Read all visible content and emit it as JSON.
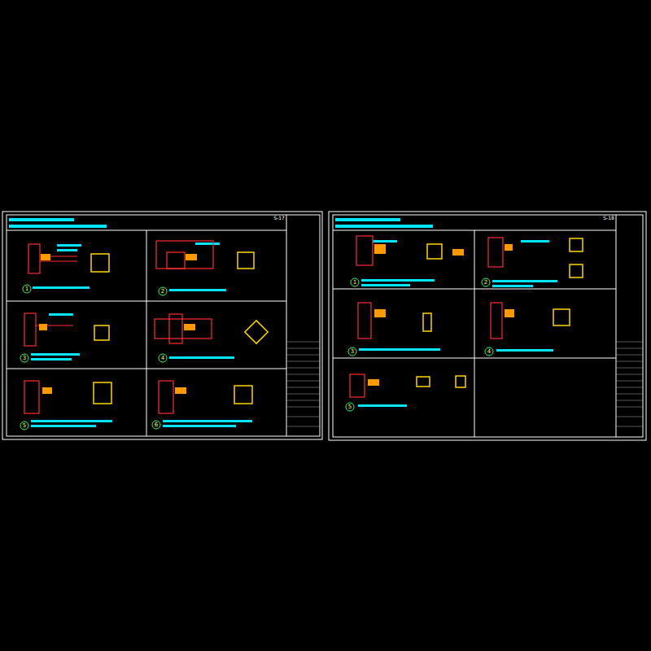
{
  "diagram": {
    "labels": [
      "S-17",
      "S-18",
      "1",
      "2",
      "3",
      "4",
      "5",
      "6",
      "1",
      "2",
      "3",
      "4",
      "5"
    ]
  }
}
